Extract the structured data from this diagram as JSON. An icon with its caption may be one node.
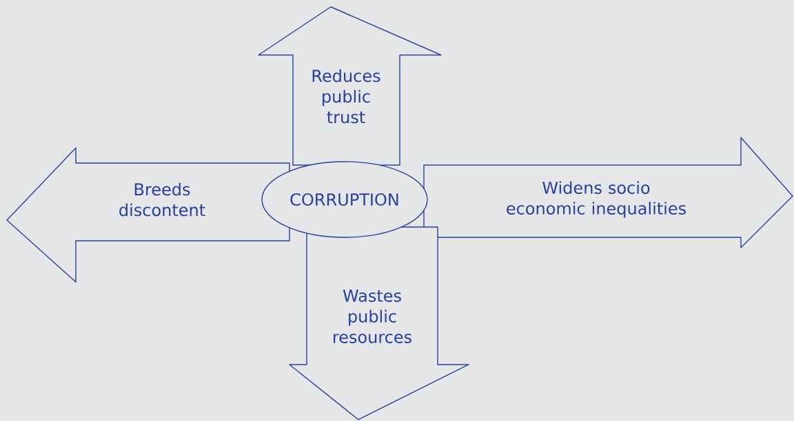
{
  "diagram": {
    "nodes": [
      {
        "text": [
          "CORRUPTION"
        ]
      },
      {
        "text": [
          "Reduces public trust"
        ]
      },
      {
        "text": [
          "Breeds discontent"
        ]
      },
      {
        "text": [
          "Widens socio economic inequalities"
        ]
      },
      {
        "text": [
          "Wastes public resources"
        ]
      }
    ]
  }
}
